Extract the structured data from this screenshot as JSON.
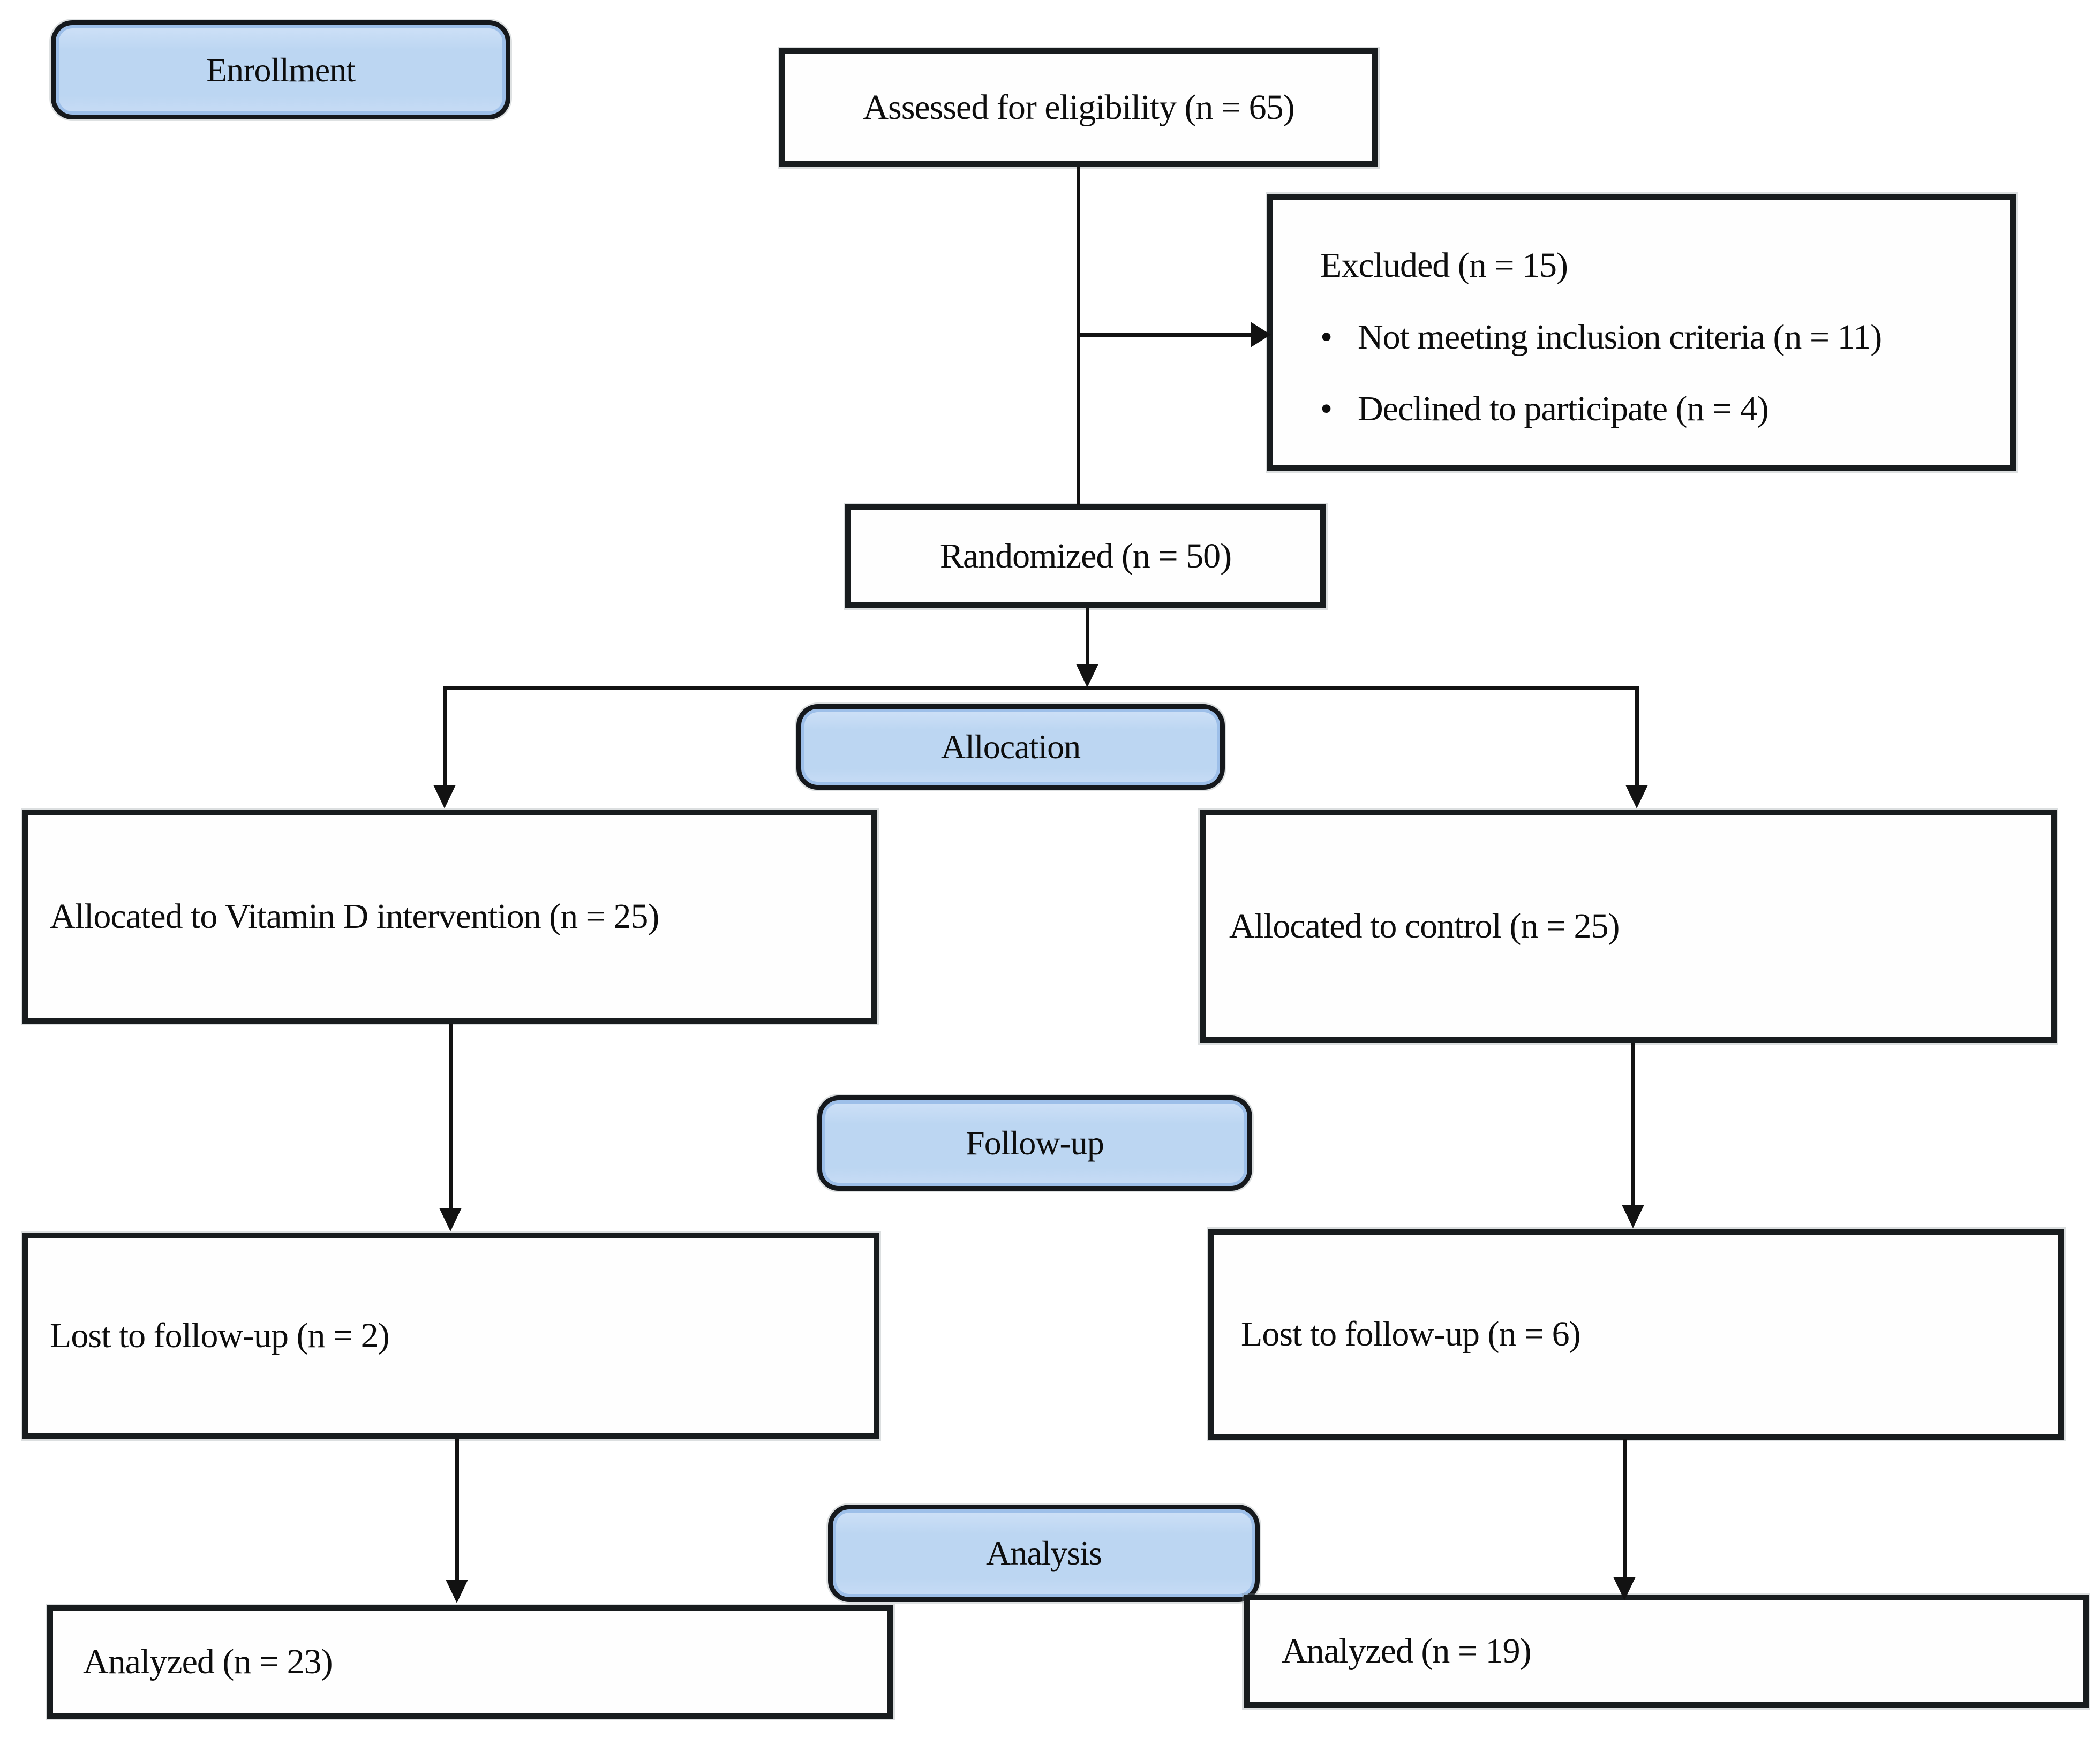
{
  "stages": {
    "enrollment": "Enrollment",
    "allocation": "Allocation",
    "follow_up": "Follow-up",
    "analysis": "Analysis"
  },
  "boxes": {
    "assessed": "Assessed for eligibility (n = 65)",
    "excluded_title": "Excluded (n = 15)",
    "excluded_bullets": [
      "Not meeting inclusion criteria (n = 11)",
      "Declined to participate (n = 4)"
    ],
    "randomized": "Randomized (n = 50)",
    "allocated_intervention": "Allocated to Vitamin D intervention (n = 25)",
    "allocated_control": "Allocated to control (n = 25)",
    "lost_intervention": "Lost to follow-up (n = 2)",
    "lost_control": "Lost to follow-up (n = 6)",
    "analyzed_intervention": "Analyzed (n = 23)",
    "analyzed_control": "Analyzed (n = 19)"
  },
  "bullet_char": "•",
  "colors": {
    "stage_fill": "#bcd6f2",
    "stage_inner_ring": "#9dbfe9",
    "stage_border": "#15181c",
    "box_fill": "#fefefe",
    "box_border": "#181c1e",
    "connector": "#121212",
    "text": "#0d0d0d",
    "background": "#ffffff"
  }
}
